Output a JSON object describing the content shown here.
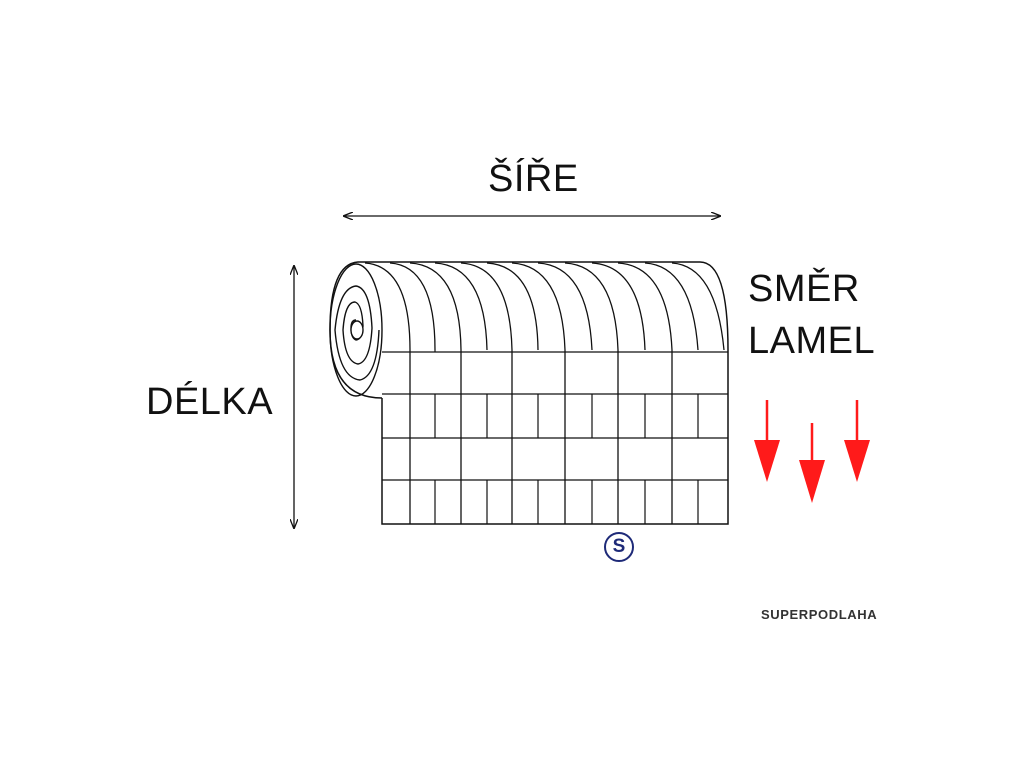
{
  "labels": {
    "width": "ŠÍŘE",
    "length": "DÉLKA",
    "direction_line1": "SMĚR",
    "direction_line2": "LAMEL"
  },
  "logo": {
    "mark": "S",
    "text_light": "SUPER",
    "text_bold": "PODLAHA",
    "registered": "®",
    "colors": {
      "red": "#d4202b",
      "navy": "#1e2a78"
    }
  },
  "footer": {
    "brand": "SUPERPODLAHA"
  },
  "colors": {
    "line": "#111111",
    "arrow": "#ff1a1a"
  },
  "icons": [
    "double-arrow-horizontal",
    "double-arrow-vertical",
    "spiral-roll",
    "arrow-down-red"
  ]
}
